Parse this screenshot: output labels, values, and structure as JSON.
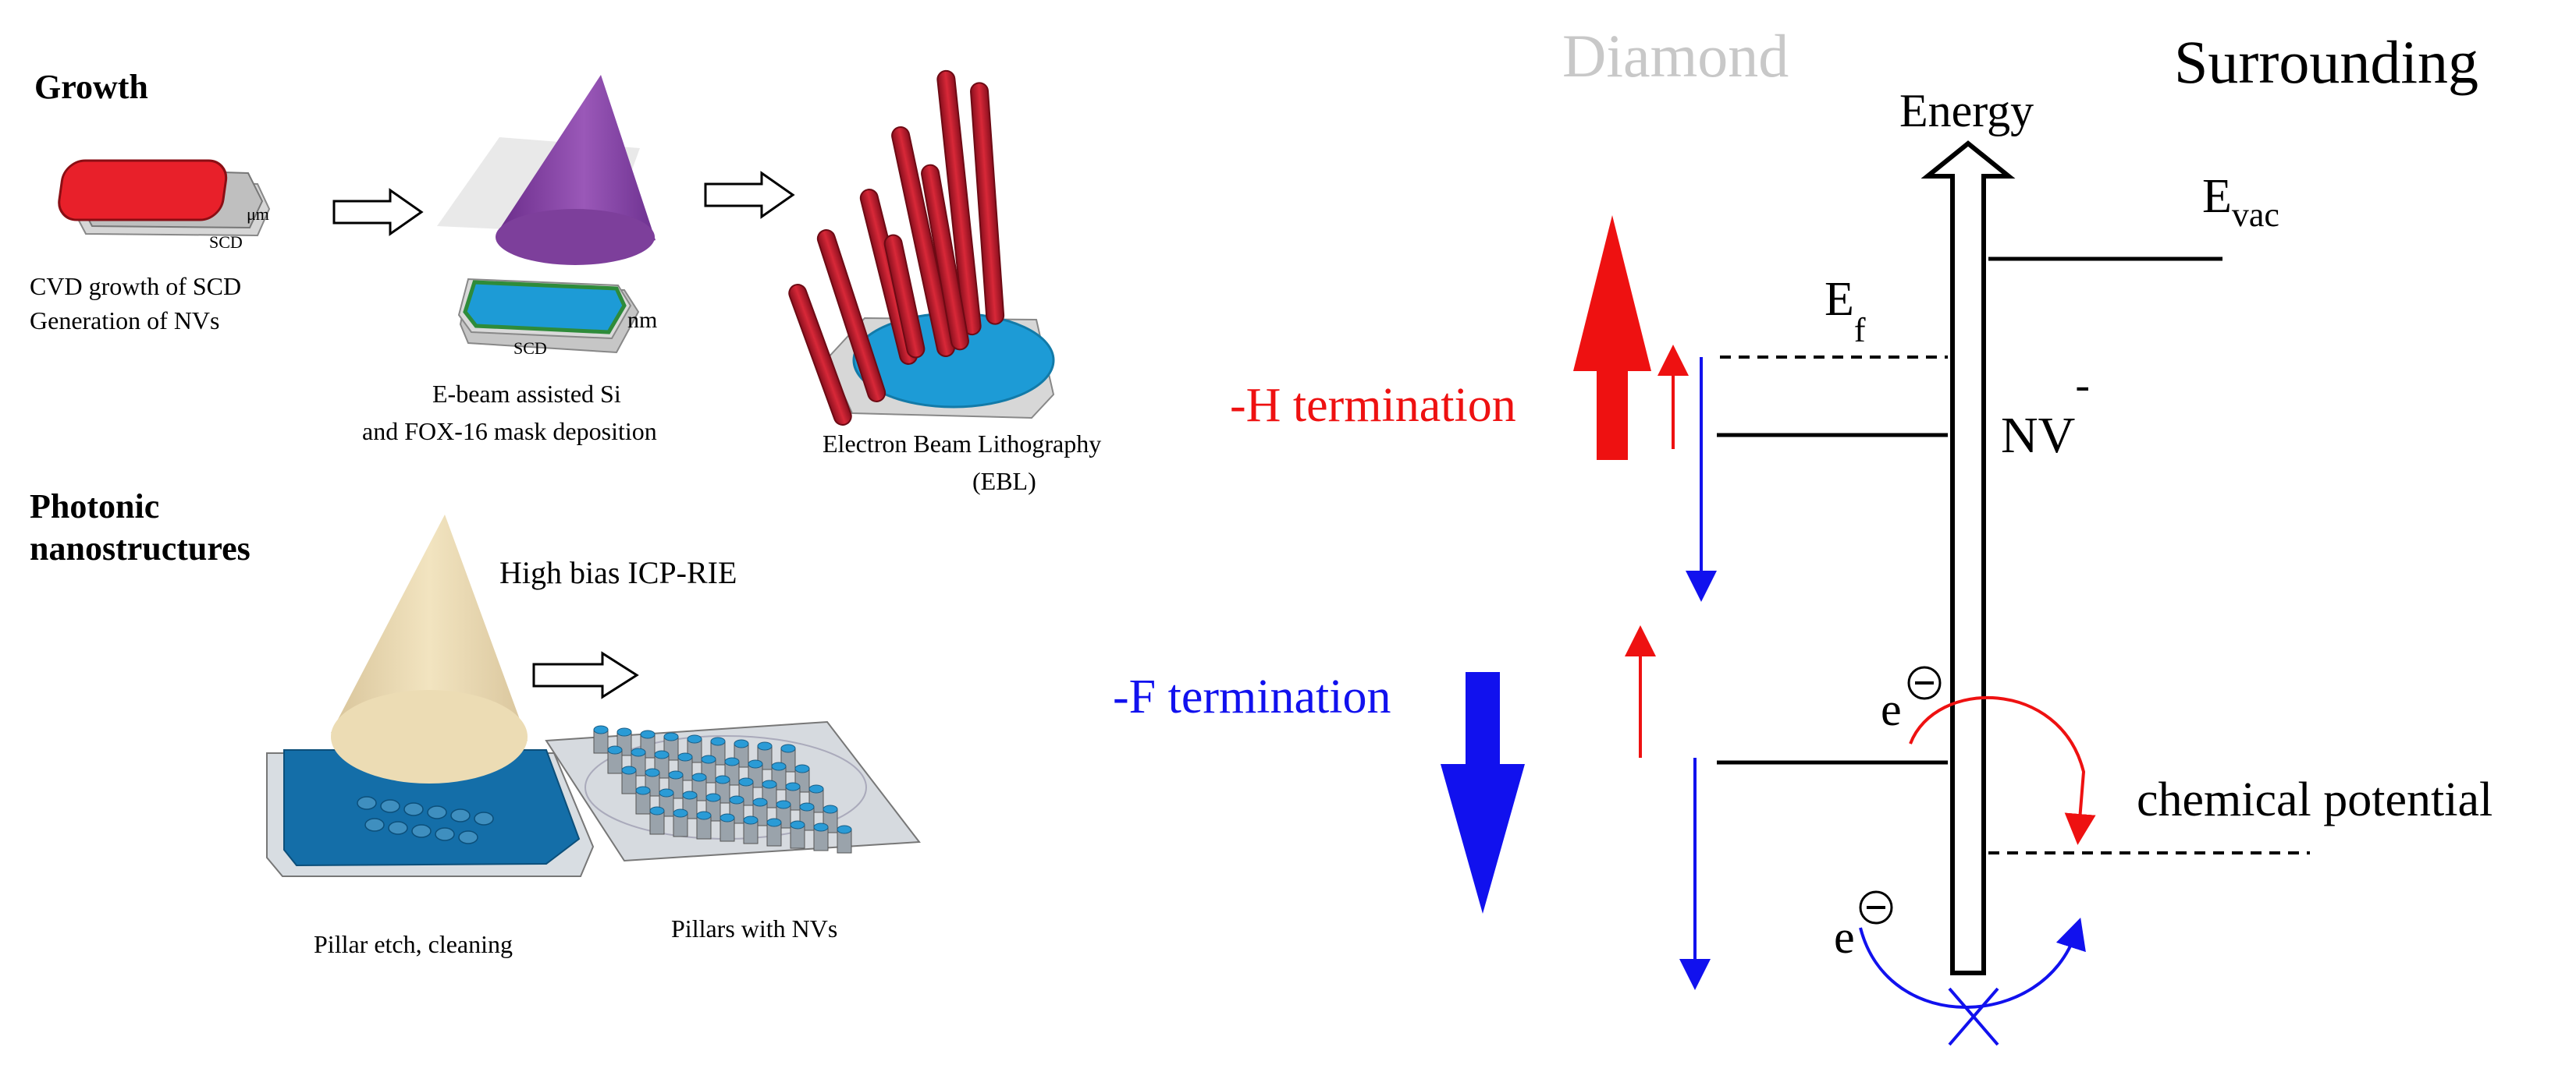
{
  "process": {
    "growth_title": "Growth",
    "step1_caption_line1": "CVD growth of SCD",
    "step1_caption_line2": "Generation of NVs",
    "step1_um_label": "μm",
    "step1_scd_label": "SCD",
    "step2_caption_line1": "E-beam assisted Si",
    "step2_caption_line2": "and FOX-16 mask deposition",
    "step2_nm_label": "nm",
    "step2_scd_label": "SCD",
    "step3_caption_line1": "Electron Beam Lithography",
    "step3_caption_line2": "(EBL)",
    "photonic_title_line1": "Photonic",
    "photonic_title_line2": "nanostructures",
    "icp_label": "High bias ICP-RIE",
    "step4_caption": "Pillar etch, cleaning",
    "step5_caption": "Pillars with NVs"
  },
  "energy_diagram": {
    "diamond_label": "Diamond",
    "surrounding_label": "Surrounding",
    "energy_axis_label": "Energy",
    "evac_label": "E",
    "evac_sub": "vac",
    "ef_label": "E",
    "ef_sub": "f",
    "nv_label": "NV",
    "nv_sup": "-",
    "h_termination_label": "-H termination",
    "f_termination_label": "-F termination",
    "chemical_potential_label": "chemical potential",
    "electron_label_top": "e",
    "electron_label_bottom": "e",
    "colors": {
      "h_red": "#ee1111",
      "f_blue": "#1111ee",
      "diamond_grey": "#c8c8c8",
      "chip_red": "#e8202a",
      "chip_blue": "#1d9bd6",
      "cone_purple": "#8a4aa6",
      "cone_beige": "#ecdcb4",
      "pillar_red": "#c4182a",
      "pillar_teal": "#2a7fa8"
    }
  }
}
